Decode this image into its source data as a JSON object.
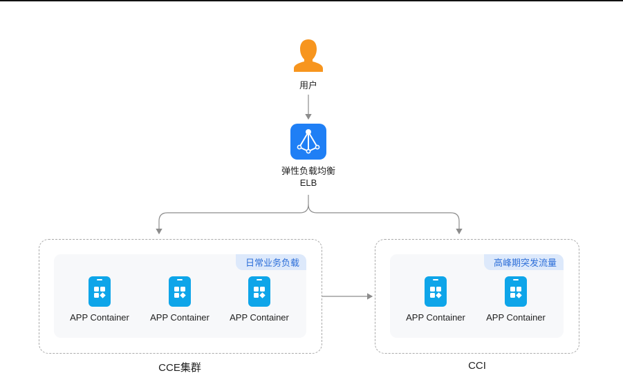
{
  "user": {
    "label": "用户",
    "icon": "user-icon",
    "color": "#f7951e"
  },
  "elb": {
    "label_cn": "弹性负载均衡",
    "label_en": "ELB",
    "icon": "load-balancer-icon",
    "color": "#1f7ff5"
  },
  "cce": {
    "tag": "日常业务负载",
    "label": "CCE集群",
    "containers": [
      {
        "name": "APP Container"
      },
      {
        "name": "APP Container"
      },
      {
        "name": "APP Container"
      }
    ]
  },
  "cci": {
    "tag": "高峰期突发流量",
    "label": "CCI",
    "containers": [
      {
        "name": "APP Container"
      },
      {
        "name": "APP Container"
      }
    ]
  },
  "colors": {
    "container_icon": "#0ea5e9",
    "tag_bg": "#dde9fb",
    "tag_text": "#2d6fd9",
    "wire": "#8c8c8c"
  }
}
